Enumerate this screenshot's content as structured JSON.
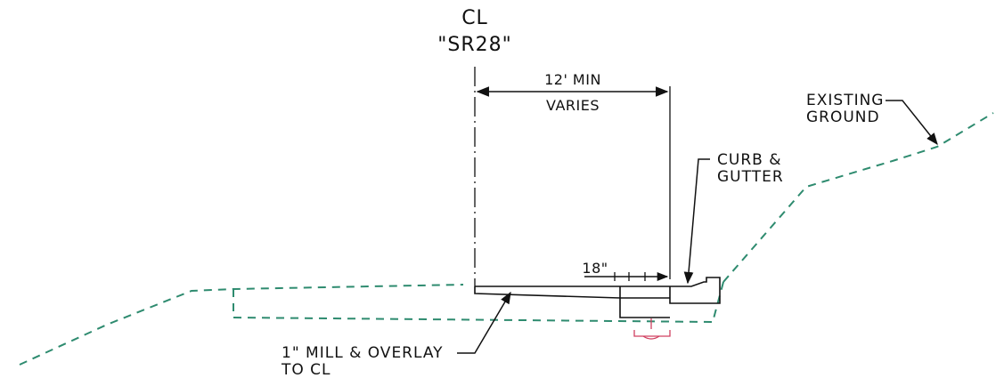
{
  "centerline": {
    "label": "CL",
    "route": "\"SR28\""
  },
  "dimensions": {
    "lane_min": "12' MIN",
    "lane_varies": "VARIES",
    "offset": "18\""
  },
  "callouts": {
    "existing_ground": [
      "EXISTING",
      "GROUND"
    ],
    "curb_gutter": [
      "CURB &",
      "GUTTER"
    ],
    "mill_overlay": [
      "1\" MILL & OVERLAY",
      "TO CL"
    ]
  },
  "colors": {
    "linework": "#111111",
    "existing_ground": "#2e8b6f",
    "utility_mark": "#d04060"
  }
}
